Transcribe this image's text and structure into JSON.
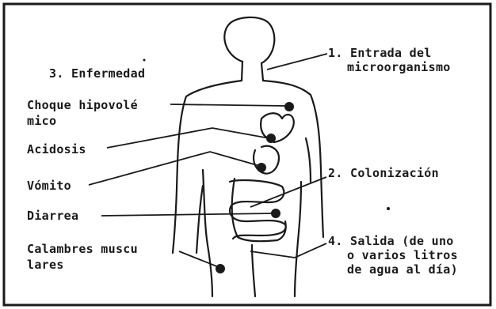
{
  "labels": {
    "step1_line1": "1. Entrada del",
    "step1_line2": "microorganismo",
    "step3": "3. Enfermedad",
    "shock_line1": "Choque hipovolé",
    "shock_line2": "mico",
    "acidosis": "Acidosis",
    "vomiting": "Vómito",
    "step2": "2. Colonización",
    "diarrhea": "Diarrea",
    "cramps_line1": "Calambres muscu",
    "cramps_line2": "lares",
    "step4_line1": "4. Salida (de uno",
    "step4_line2": "o varios litros",
    "step4_line3": "de agua al día)"
  },
  "colors": {
    "ink": "#1a1a1a",
    "background": "#ffffff"
  }
}
